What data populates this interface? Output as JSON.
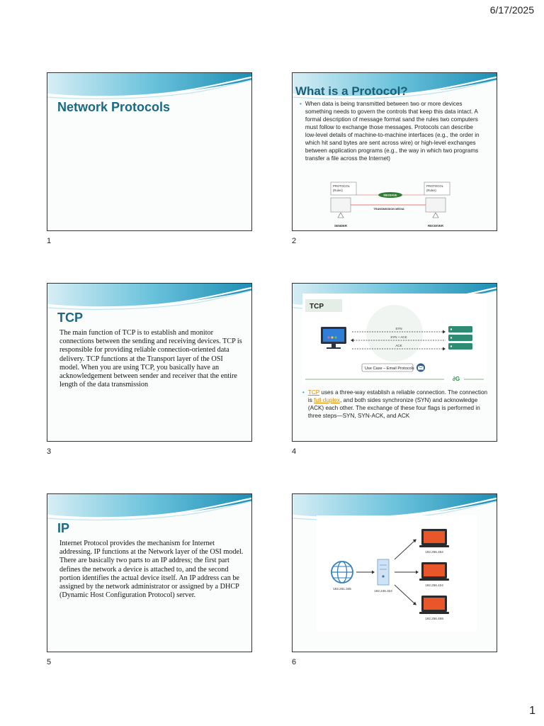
{
  "header": {
    "date": "6/17/2025"
  },
  "footer": {
    "page": "1"
  },
  "slides": [
    {
      "num": "1",
      "title": "Network Protocols"
    },
    {
      "num": "2",
      "title": "What is a Protocol?",
      "bullet": "When data is being transmitted between two or more devices something needs to govern the controls that keep this data intact. A formal description of message format sand the rules two computers must follow to exchange those messages. Protocols can describe low-level details of machine-to-machine interfaces (e.g., the order in which hit sand bytes are sent across wire) or high-level exchanges between application programs (e.g., the way in which two programs transfer a file across the Internet)",
      "diagram": {
        "protocol_left": "PROTOCOL",
        "rules_left": "(Rules)",
        "protocol_right": "PROTOCOL",
        "rules_right": "(Rules)",
        "message": "MESSAGE",
        "media": "TRANSMISSION MEDIA",
        "sender": "SENDER",
        "receiver": "RECEIVER"
      }
    },
    {
      "num": "3",
      "title": "TCP",
      "body": "The main function of TCP is to establish and monitor connections between the sending and receiving devices. TCP is responsible for providing reliable connection-oriented data delivery. TCP functions at the Transport layer of the OSI model. When you are using TCP, you basically have an acknowledgement between sender and receiver that  the entire length of the data transmission"
    },
    {
      "num": "4",
      "figure": {
        "label": "TCP",
        "syn": "SYN",
        "synack": "SYN + ACK",
        "ack": "ACK",
        "usecase": "Use Case – Email Protocols",
        "logo": "∂G"
      },
      "bullet": {
        "link1": "TCP",
        "part1": " uses a three-way establish a reliable connection. The connection is ",
        "link2": "full duplex",
        "part2": ", and both sides synchronize (SYN) and acknowledge (ACK) each other. The exchange of these four flags is performed in three steps—SYN, SYN-ACK, and ACK"
      }
    },
    {
      "num": "5",
      "title": "IP",
      "body": "Internet Protocol provides the mechanism for Internet addressing. IP functions at the Network layer of the OSI model. There are basically two parts to an IP address; the first part defines the network a device is attached to, and the second portion identifies the actual device itself. An IP address can be assigned by the network administrator or assigned by a DHCP (Dynamic Host Configuration Protocol) server."
    },
    {
      "num": "6",
      "figure": {
        "ip_globe": "192.261.345",
        "ip_server": "192.245.324",
        "ip_top": "192.256.464",
        "ip_mid": "192.256.424",
        "ip_bot": "192.256.459"
      }
    }
  ]
}
